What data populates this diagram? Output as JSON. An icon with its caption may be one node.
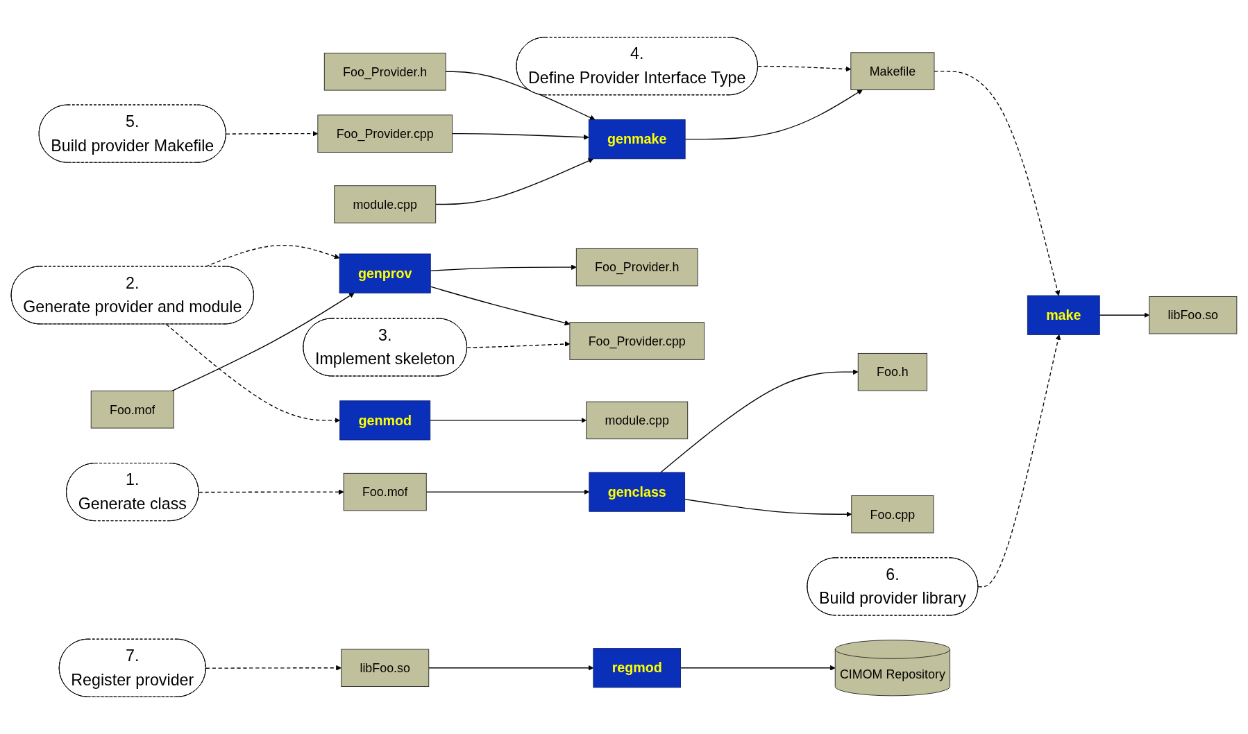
{
  "diagram": {
    "nodes": [
      {
        "text": [
          "1.",
          "Generate class"
        ]
      },
      {
        "text": [
          "2.",
          "Generate provider and module"
        ]
      },
      {
        "text": [
          "3.",
          "Implement skeleton"
        ]
      },
      {
        "text": [
          "4.",
          "Define Provider Interface Type"
        ]
      },
      {
        "text": [
          "5.",
          "Build provider Makefile"
        ]
      },
      {
        "text": [
          "6.",
          "Build provider library"
        ]
      },
      {
        "text": [
          "7.",
          "Register provider"
        ]
      },
      {
        "text": [
          "Foo.mof"
        ]
      },
      {
        "text": [
          "genclass"
        ]
      },
      {
        "text": [
          "Foo.h"
        ]
      },
      {
        "text": [
          "Foo.cpp"
        ]
      },
      {
        "text": [
          "Foo.mof"
        ]
      },
      {
        "text": [
          "genprov"
        ]
      },
      {
        "text": [
          "Foo_Provider.h"
        ]
      },
      {
        "text": [
          "Foo_Provider.cpp"
        ]
      },
      {
        "text": [
          "genmod"
        ]
      },
      {
        "text": [
          "module.cpp"
        ]
      },
      {
        "text": [
          "Foo_Provider.h"
        ]
      },
      {
        "text": [
          "Foo_Provider.cpp"
        ]
      },
      {
        "text": [
          "module.cpp"
        ]
      },
      {
        "text": [
          "genmake"
        ]
      },
      {
        "text": [
          "Makefile"
        ]
      },
      {
        "text": [
          "make"
        ]
      },
      {
        "text": [
          "libFoo.so"
        ]
      },
      {
        "text": [
          "libFoo.so"
        ]
      },
      {
        "text": [
          "regmod"
        ]
      },
      {
        "text": [
          "CIMOM Repository"
        ]
      }
    ],
    "edges": [
      {
        "from": 0,
        "to": 7,
        "arrow": "to",
        "style": "dashed"
      },
      {
        "from": 7,
        "to": 8,
        "arrow": "to"
      },
      {
        "from": 8,
        "to": 9,
        "arrow": "to"
      },
      {
        "from": 8,
        "to": 10,
        "arrow": "to"
      },
      {
        "from": 1,
        "to": 12,
        "arrow": "to",
        "style": "dashed"
      },
      {
        "from": 11,
        "to": 12,
        "arrow": "to"
      },
      {
        "from": 1,
        "to": 15,
        "arrow": "to",
        "style": "dashed"
      },
      {
        "from": 12,
        "to": 13,
        "arrow": "to"
      },
      {
        "from": 12,
        "to": 14,
        "arrow": "to"
      },
      {
        "from": 2,
        "to": 14,
        "arrow": "to",
        "style": "dashed"
      },
      {
        "from": 15,
        "to": 16,
        "arrow": "to"
      },
      {
        "from": 3,
        "to": 21,
        "arrow": "to",
        "style": "dashed"
      },
      {
        "from": 4,
        "to": 18,
        "arrow": "to",
        "style": "dashed"
      },
      {
        "from": 17,
        "to": 20,
        "arrow": "to"
      },
      {
        "from": 18,
        "to": 20,
        "arrow": "to"
      },
      {
        "from": 19,
        "to": 20,
        "arrow": "to"
      },
      {
        "from": 20,
        "to": 21,
        "arrow": "to"
      },
      {
        "from": 21,
        "to": 22,
        "arrow": "to",
        "style": "dashed"
      },
      {
        "from": 5,
        "to": 22,
        "arrow": "to",
        "style": "dashed"
      },
      {
        "from": 22,
        "to": 23,
        "arrow": "to"
      },
      {
        "from": 6,
        "to": 24,
        "arrow": "to",
        "style": "dashed"
      },
      {
        "from": 24,
        "to": 25,
        "arrow": "to"
      },
      {
        "from": 25,
        "to": 26,
        "arrow": "to"
      }
    ]
  }
}
